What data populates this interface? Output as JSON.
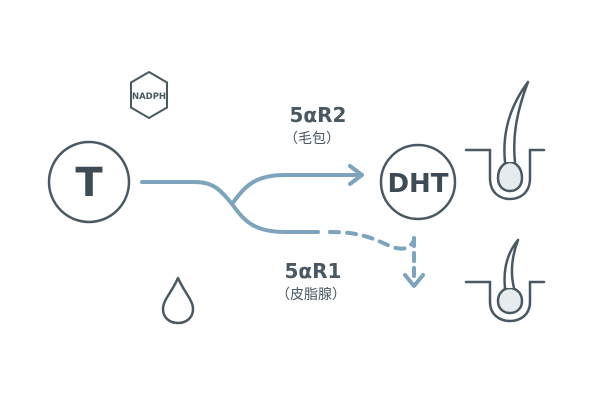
{
  "diagram": {
    "nadph_badge": "NADPH",
    "testosterone_node": "T",
    "dht_node": "DHT",
    "upper_pathway": {
      "enzyme": "5αR2",
      "location": "（毛包）"
    },
    "lower_pathway": {
      "enzyme": "5αR1",
      "location": "（皮脂腺）"
    },
    "colors": {
      "line": "#7ea3bd",
      "outline": "#4a5862",
      "fill_light": "#e6ebee"
    }
  }
}
